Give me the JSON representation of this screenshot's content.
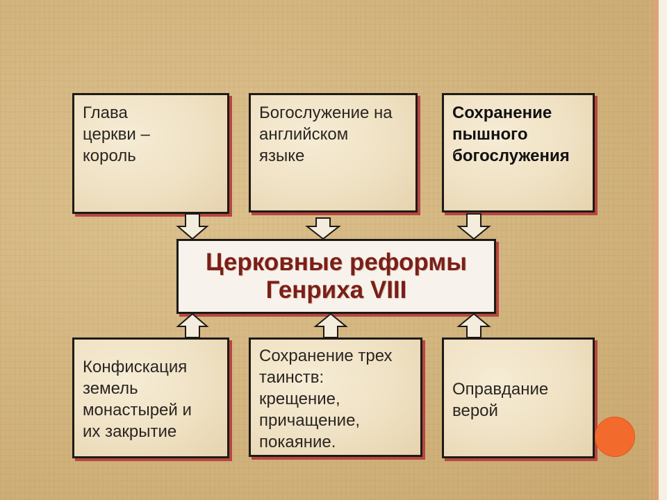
{
  "center": {
    "line1": "Церковные реформы",
    "line2": "Генриха VIII"
  },
  "top_boxes": [
    {
      "lines": [
        "Глава",
        "церкви –",
        "король"
      ]
    },
    {
      "lines": [
        "Богослужение на",
        "английском",
        "языке"
      ]
    },
    {
      "lines": [
        "Сохранение",
        "пышного",
        "богослужения"
      ]
    }
  ],
  "bottom_boxes": [
    {
      "lines": [
        "Конфискация",
        "земель",
        "монастырей и",
        "их закрытие"
      ]
    },
    {
      "lines": [
        "Сохранение трех",
        "таинств:",
        "крещение,",
        "причащение,",
        "покаяние."
      ]
    },
    {
      "lines": [
        "Оправдание",
        "верой"
      ]
    }
  ],
  "colors": {
    "title_text": "#7a1f18",
    "box_shadow": "#b7473f",
    "accent_circle": "#f26b2c"
  }
}
